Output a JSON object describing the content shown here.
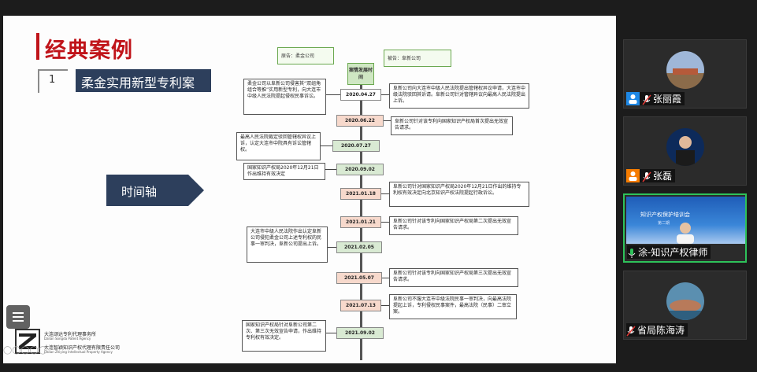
{
  "slide": {
    "title": "经典案例",
    "case_number": "1",
    "case_title": "柔金实用新型专利案",
    "timeline_label": "时间轴",
    "plaintiff": "原告：柔金公司",
    "defendant": "被告：阜新公司",
    "head": "案情发展时间",
    "dates": [
      "2020.04.27",
      "2020.06.22",
      "2020.07.27",
      "2020.09.02",
      "2021.01.18",
      "2021.01.21",
      "2021.02.05",
      "2021.05.07",
      "2021.07.13",
      "2021.09.02"
    ],
    "events": {
      "e1": "柔金公司以阜新公司侵害其“双组角组合等推”实用新型专利，向大连市中级人民法院提起侵权民事诉讼。",
      "e2": "阜新公司向大连市中级人民法院提出管辖权异议申请，大连市中级法院驳回其诉请。阜新公司针对管辖异议向最高人民法院提出上诉。",
      "e3": "阜新公司针对该专利向国家知识产权局首次提出无效宣告请求。",
      "e4": "最高人民法院裁定驳回管辖权异议上诉，认定大连市中院具有诉讼管辖权。",
      "e5": "国家知识产权局2020年12月21日作出维持有效决定",
      "e6": "阜新公司针对国家知识产权局2020年12月21日作出的维持专利权有效决定向北京知识产权法院提起行政诉讼。",
      "e7": "阜新公司针对该专利向国家知识产权局第二次提出无效宣告请求。",
      "e8": "大连市中级人民法院作出认定阜新公司侵犯柔金公司上述专利权的民事一审判决，阜新公司提出上诉。",
      "e9": "阜新公司针对该专利向国家知识产权局第三次提出无效宣告请求。",
      "e10": "阜新公司不服大连市中级法院民事一审判决，向最高法院提起上诉，专利侵权民事案件，最高法院（民事）二审立案。",
      "e11": "国家知识产权局针对阜新公司第二次、第三次无效宣告申请，作出维持专利权有效决定。"
    },
    "logo": {
      "line1": "大连颂达专利代理事务所",
      "line2": "Dalian Songda Patent Agency",
      "line3": "大连智颖知识产权代理有限责任公司",
      "line4": "Dalian Zhiying Intellectual Property Agency"
    },
    "page_indicator": "◯◯◯◯◯"
  },
  "participants": [
    {
      "name": "张丽霞",
      "role_icon": "user-icon",
      "mic_icon": "mic-muted-icon",
      "active": false
    },
    {
      "name": "张磊",
      "role_icon": "user-icon",
      "mic_icon": "mic-muted-icon",
      "active": false
    },
    {
      "name": "涂-知识产权律师",
      "role_icon": "",
      "mic_icon": "mic-active-icon",
      "active": true,
      "share_title": "知识产权保护培训会",
      "share_sub": "第二期"
    },
    {
      "name": "省局陈海涛",
      "role_icon": "",
      "mic_icon": "mic-muted-icon",
      "active": false
    }
  ],
  "colors": {
    "accent_red": "#c0141a",
    "case_bar": "#2d3f5c",
    "active_green": "#2ec25a",
    "user_blue": "#1e88e5",
    "user_orange": "#f57c00"
  }
}
